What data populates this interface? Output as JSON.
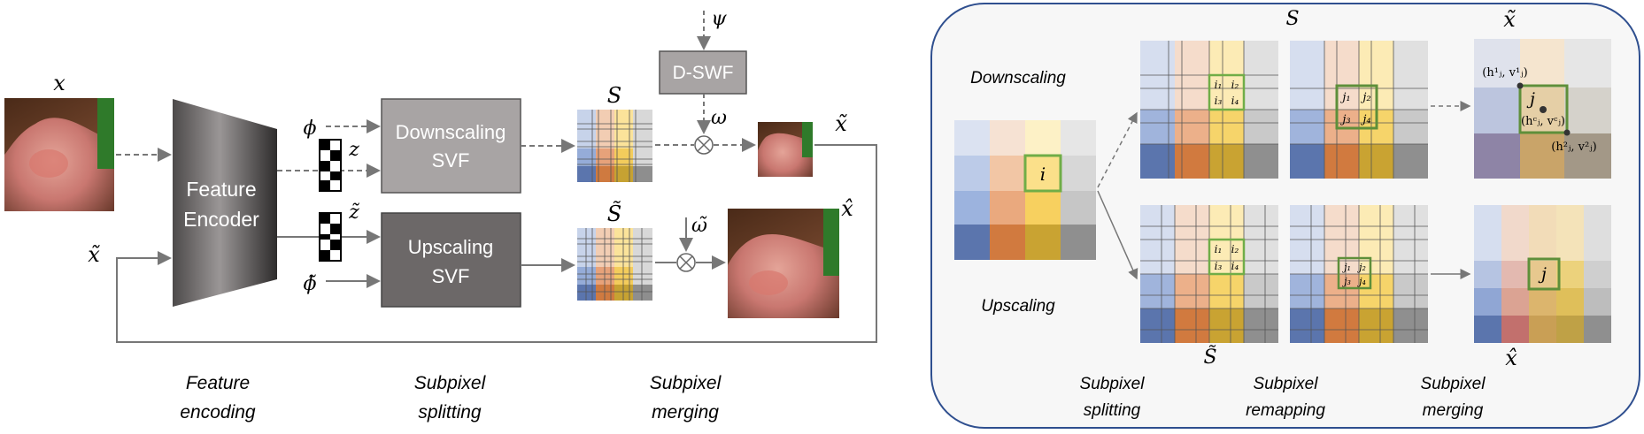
{
  "left": {
    "input_label": "x",
    "feedback_label": "x̃",
    "phi_label": "ϕ",
    "phi_tilde_label": "ϕ̃",
    "z_label": "z",
    "z_tilde_label": "z̃",
    "psi_label": "ψ",
    "omega_label": "ω",
    "omega_tilde_label": "ω̃",
    "s_label": "S",
    "s_tilde_label": "S̃",
    "out_down_label": "x̃",
    "out_up_label": "x̂",
    "encoder_line1": "Feature",
    "encoder_line2": "Encoder",
    "down_line1": "Downscaling",
    "down_line2": "SVF",
    "up_line1": "Upscaling",
    "up_line2": "SVF",
    "dswf": "D-SWF",
    "stage1_l1": "Feature",
    "stage1_l2": "encoding",
    "stage2_l1": "Subpixel",
    "stage2_l2": "splitting",
    "stage3_l1": "Subpixel",
    "stage3_l2": "merging"
  },
  "right": {
    "downscaling": "Downscaling",
    "upscaling": "Upscaling",
    "s_label": "S",
    "s_tilde_label": "S̃",
    "x_tilde_label": "x̃",
    "x_hat_label": "x̂",
    "cell_i": "i",
    "cell_j": "j",
    "i1": "i₁",
    "i2": "i₂",
    "i3": "i₃",
    "i4": "i₄",
    "j1": "j₁",
    "j2": "j₂",
    "j3": "j₃",
    "j4": "j₄",
    "coord1": "(h¹ⱼ, v¹ⱼ)",
    "coordc": "(hᶜⱼ, vᶜⱼ)",
    "coord2": "(h²ⱼ, v²ⱼ)",
    "stage1_l1": "Subpixel",
    "stage1_l2": "splitting",
    "stage2_l1": "Subpixel",
    "stage2_l2": "remapping",
    "stage3_l1": "Subpixel",
    "stage3_l2": "merging"
  },
  "colors": {
    "box_light": "#a8a4a4",
    "box_dark": "#6c6868",
    "green": "#70ad47",
    "panel_bg": "#f7f7f7",
    "panel_border": "#2f4f8f"
  }
}
